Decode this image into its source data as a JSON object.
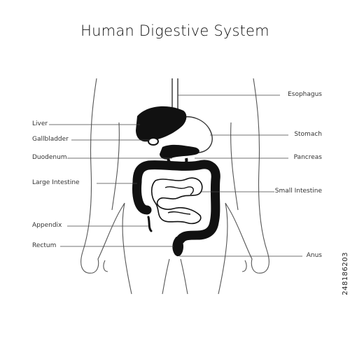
{
  "title": "Human Digestive System",
  "labels_left": [
    "Liver",
    "Gallbladder",
    "Duodenum",
    "Large Intestine",
    "Appendix",
    "Rectum"
  ],
  "labels_right": [
    "Esophagus",
    "Stomach",
    "Pancreas",
    "Small Intestine",
    "Anus"
  ],
  "side_id": "248186203"
}
